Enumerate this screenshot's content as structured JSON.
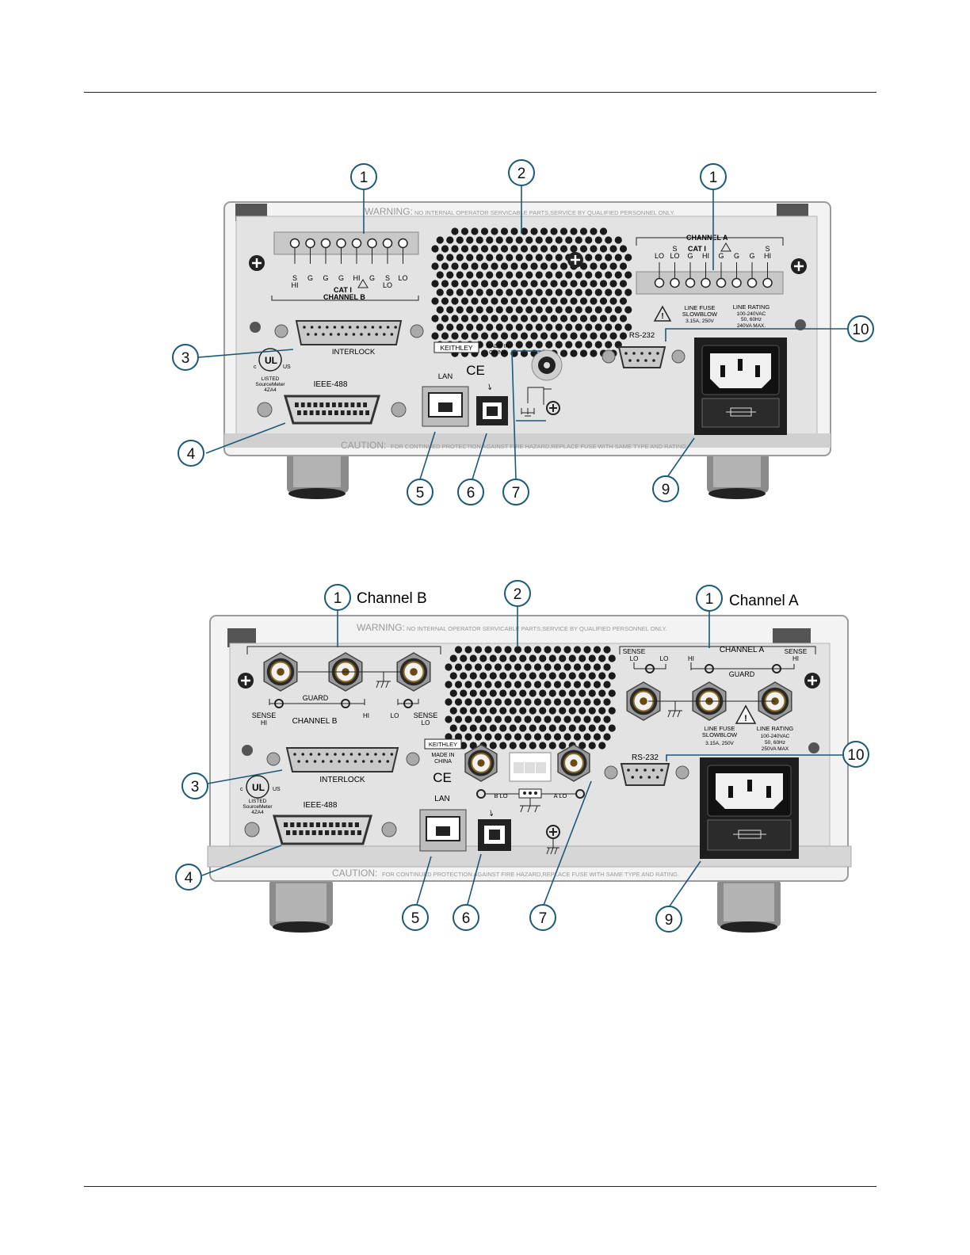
{
  "colors": {
    "panel": "#e4e4e4",
    "panel_dark": "#c9c9c9",
    "frame": "#f1f1f1",
    "callout": "#1a5a78",
    "vent": "#1a1a1a",
    "black": "#111111"
  },
  "top_panel": {
    "warning_label": "WARNING:",
    "warning_text": "NO INTERNAL OPERATOR SERVICABLE PARTS,SERVICE BY QUALIFIED PERSONNEL ONLY.",
    "caution_label": "CAUTION:",
    "caution_text": "FOR CONTINUED PROTECTION AGAINST FIRE HAZARD,REPLACE FUSE WITH SAME TYPE AND RATING.",
    "channel_b": {
      "pins": [
        "S HI",
        "G",
        "G",
        "G",
        "HI",
        "G",
        "S LO",
        "LO"
      ],
      "cat": "CAT I",
      "title": "CHANNEL B"
    },
    "channel_a": {
      "pins": [
        "LO",
        "S LO",
        "G",
        "HI",
        "G",
        "G",
        "G",
        "S HI"
      ],
      "cat": "CAT I",
      "title": "CHANNEL A"
    },
    "interlock": "INTERLOCK",
    "ieee": "IEEE-488",
    "ul": [
      "LISTED",
      "SourceMeter",
      "4ZA4"
    ],
    "brand": "KEITHLEY",
    "made_in": "MADE IN",
    "china": "CHINA",
    "ce": "CE",
    "lan": "LAN",
    "rs232": "RS-232",
    "fuse": [
      "LINE FUSE",
      "SLOWBLOW",
      "3.15A, 250V"
    ],
    "rating": [
      "LINE RATING",
      "100-240VAC",
      "50, 60Hz",
      "240VA MAX."
    ],
    "callouts": [
      "1",
      "2",
      "1",
      "3",
      "4",
      "5",
      "6",
      "7",
      "9",
      "10"
    ]
  },
  "bottom_panel": {
    "warning_label": "WARNING:",
    "warning_text": "NO INTERNAL OPERATOR SERVICABLE PARTS,SERVICE BY QUALIFIED PERSONNEL ONLY.",
    "caution_label": "CAUTION:",
    "caution_text": "FOR CONTINUED PROTECTION AGAINST FIRE HAZARD,REPLACE FUSE WITH SAME TYPE AND RATING.",
    "channel_b_label": "Channel B",
    "channel_a_label": "Channel A",
    "channel_b": {
      "title": "CHANNEL B",
      "guard": "GUARD",
      "sense": "SENSE",
      "hi": "HI",
      "lo": "LO"
    },
    "channel_a": {
      "title": "CHANNEL A",
      "guard": "GUARD",
      "sense": "SENSE",
      "hi": "HI",
      "lo": "LO"
    },
    "interlock": "INTERLOCK",
    "ieee": "IEEE-488",
    "ul": [
      "LISTED",
      "SourceMeter",
      "4ZA4"
    ],
    "brand": "KEITHLEY",
    "made_in": "MADE IN",
    "china": "CHINA",
    "ce": "CE",
    "lan": "LAN",
    "rs232": "RS-232",
    "b_lo": "B LO",
    "a_lo": "A LO",
    "fuse": [
      "LINE FUSE",
      "SLOWBLOW",
      "3.15A, 250V"
    ],
    "rating": [
      "LINE RATING",
      "100-240VAC",
      "50, 60Hz",
      "250VA MAX"
    ],
    "callouts": [
      "1",
      "2",
      "1",
      "3",
      "4",
      "5",
      "6",
      "7",
      "9",
      "10"
    ]
  }
}
